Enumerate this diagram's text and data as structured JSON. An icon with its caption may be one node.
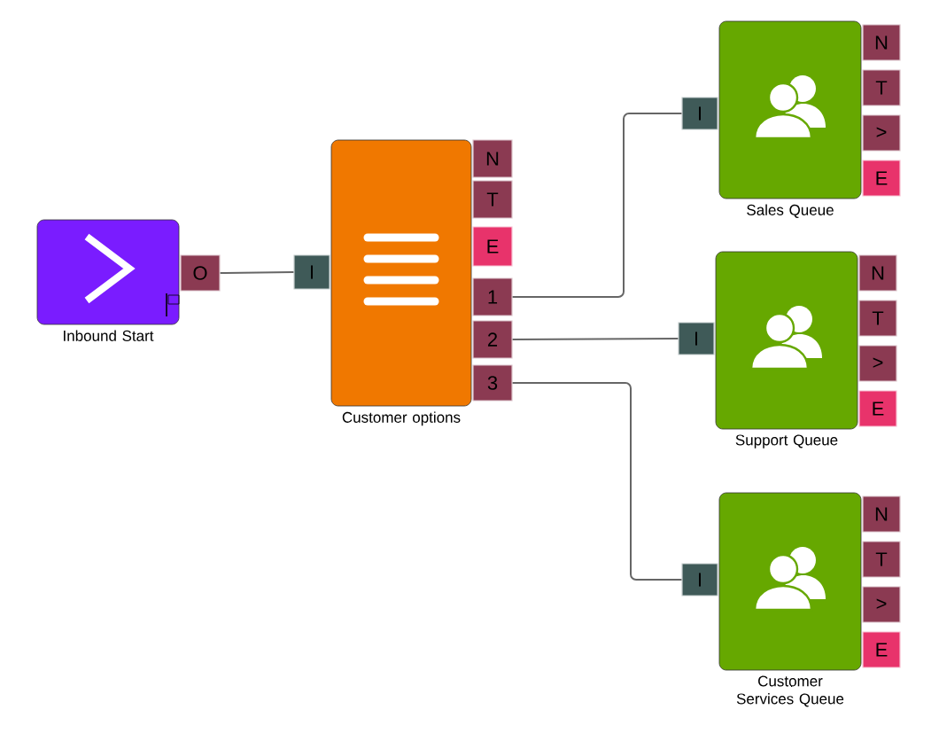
{
  "diagram": {
    "nodes": [
      {
        "text": [
          "Inbound Start"
        ]
      },
      {
        "text": [
          "O"
        ]
      },
      {
        "text": [
          "Customer options"
        ]
      },
      {
        "text": [
          "I"
        ]
      },
      {
        "text": [
          "N"
        ]
      },
      {
        "text": [
          "T"
        ]
      },
      {
        "text": [
          "E"
        ]
      },
      {
        "text": [
          "1"
        ]
      },
      {
        "text": [
          "2"
        ]
      },
      {
        "text": [
          "3"
        ]
      },
      {
        "text": [
          "Sales Queue"
        ]
      },
      {
        "text": [
          "I"
        ]
      },
      {
        "text": [
          "N"
        ]
      },
      {
        "text": [
          "T"
        ]
      },
      {
        "text": [
          ">"
        ]
      },
      {
        "text": [
          "E"
        ]
      },
      {
        "text": [
          "Support Queue"
        ]
      },
      {
        "text": [
          "I"
        ]
      },
      {
        "text": [
          "N"
        ]
      },
      {
        "text": [
          "T"
        ]
      },
      {
        "text": [
          ">"
        ]
      },
      {
        "text": [
          "E"
        ]
      },
      {
        "text": [
          "Customer Services Queue"
        ]
      },
      {
        "text": [
          "I"
        ]
      },
      {
        "text": [
          "N"
        ]
      },
      {
        "text": [
          "T"
        ]
      },
      {
        "text": [
          ">"
        ]
      },
      {
        "text": [
          "E"
        ]
      }
    ],
    "edges": [
      {
        "from": 1,
        "to": 3,
        "arrow": "none"
      },
      {
        "from": 7,
        "to": 11,
        "arrow": "none"
      },
      {
        "from": 8,
        "to": 17,
        "arrow": "none"
      },
      {
        "from": 9,
        "to": 23,
        "arrow": "none"
      }
    ]
  }
}
